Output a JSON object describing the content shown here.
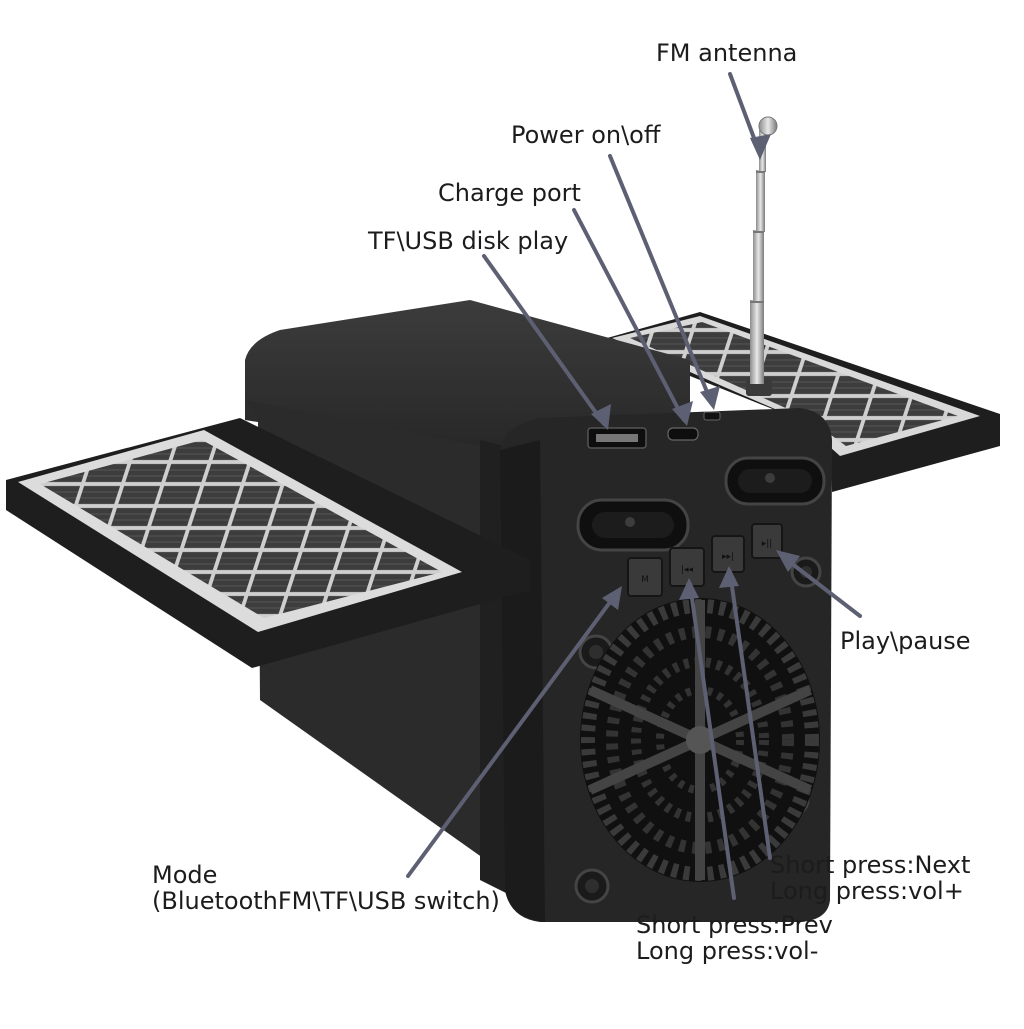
{
  "colors": {
    "body": "#262626",
    "body_dark": "#141414",
    "body_light": "#3a3a3a",
    "panel_frame": "#d9d9d9",
    "panel_cell": "#3b3b3b",
    "arrow": "#5d6072",
    "label_text": "#1c1c1c",
    "background": "#ffffff"
  },
  "labels": {
    "fm_antenna": "FM antenna",
    "power": "Power on\\off",
    "charge_port": "Charge port",
    "tf_usb": "TF\\USB disk play",
    "play_pause": "Play\\pause",
    "next_line1": "Short press:Next",
    "next_line2": "Long press:vol+",
    "prev_line1": "Short press:Prev",
    "prev_line2": "Long press:vol-",
    "mode_line1": "Mode",
    "mode_line2": "(BluetoothFM\\TF\\USB switch)"
  },
  "product": {
    "type": "solar-radio-speaker",
    "components": [
      "left-solar-panel",
      "right-solar-panel",
      "speaker-body",
      "telescopic-antenna",
      "speaker-grille"
    ]
  }
}
